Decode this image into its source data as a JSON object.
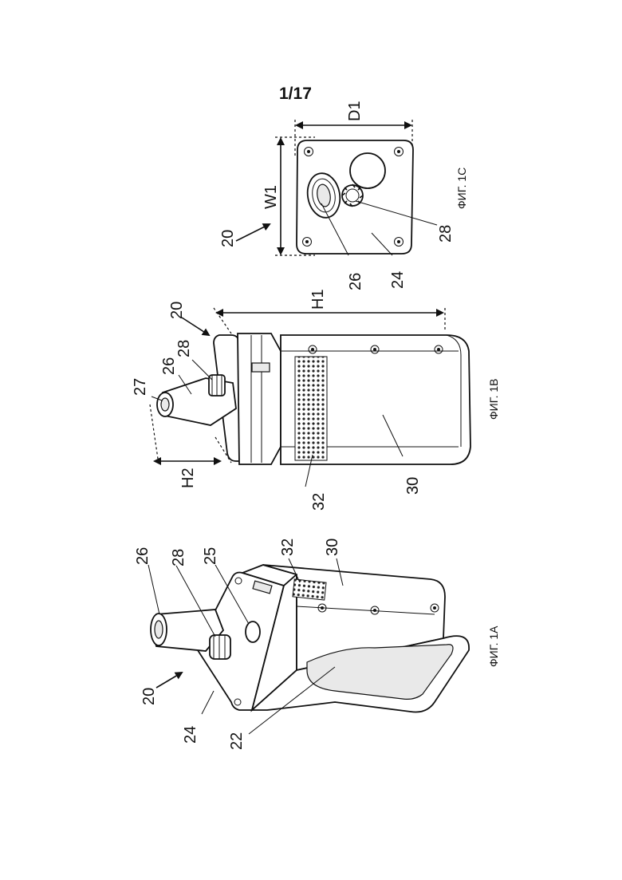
{
  "page_number": "1/17",
  "figures": {
    "fig_1a": {
      "caption": "ФИГ. 1А",
      "labels": [
        "20",
        "24",
        "22",
        "26",
        "28",
        "25",
        "32",
        "30"
      ]
    },
    "fig_1b": {
      "caption": "ФИГ. 1В",
      "labels": [
        "20",
        "27",
        "26",
        "28",
        "H2",
        "H1",
        "32",
        "30"
      ]
    },
    "fig_1c": {
      "caption": "ФИГ. 1С",
      "labels": [
        "20",
        "W1",
        "D1",
        "26",
        "24",
        "28"
      ]
    }
  },
  "colors": {
    "ink": "#111111",
    "paper": "#ffffff",
    "shade": "#e9e9e9"
  }
}
